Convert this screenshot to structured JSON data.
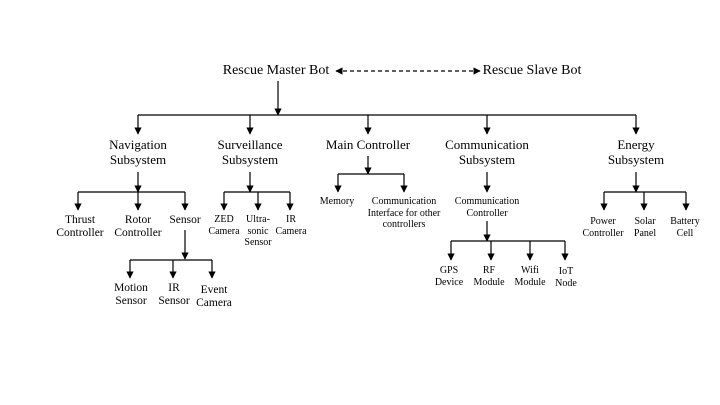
{
  "diagram": {
    "master": "Rescue Master Bot",
    "slave": "Rescue Slave Bot",
    "navigation": {
      "title": [
        "Navigation",
        "Subsystem"
      ],
      "thrust": [
        "Thrust",
        "Controller"
      ],
      "rotor": [
        "Rotor",
        "Controller"
      ],
      "sensor": "Sensor",
      "motion": [
        "Motion",
        "Sensor"
      ],
      "ir": [
        "IR",
        "Sensor"
      ],
      "event": [
        "Event",
        "Camera"
      ]
    },
    "surveillance": {
      "title": [
        "Surveillance",
        "Subsystem"
      ],
      "zed": [
        "ZED",
        "Camera"
      ],
      "ultra": [
        "Ultra-",
        "sonic",
        "Sensor"
      ],
      "ircam": [
        "IR",
        "Camera"
      ]
    },
    "main": {
      "title": "Main Controller",
      "memory": "Memory",
      "comm": [
        "Communication",
        "Interface for other",
        "controllers"
      ]
    },
    "communication": {
      "title": [
        "Communication",
        "Subsystem"
      ],
      "controller": [
        "Communication",
        "Controller"
      ],
      "gps": [
        "GPS",
        "Device"
      ],
      "rf": [
        "RF",
        "Module"
      ],
      "wifi": [
        "Wifi",
        "Module"
      ],
      "iot": [
        "IoT",
        "Node"
      ]
    },
    "energy": {
      "title": [
        "Energy",
        "Subsystem"
      ],
      "power": [
        "Power",
        "Controller"
      ],
      "solar": [
        "Solar",
        "Panel"
      ],
      "battery": [
        "Battery",
        "Cell"
      ]
    }
  }
}
